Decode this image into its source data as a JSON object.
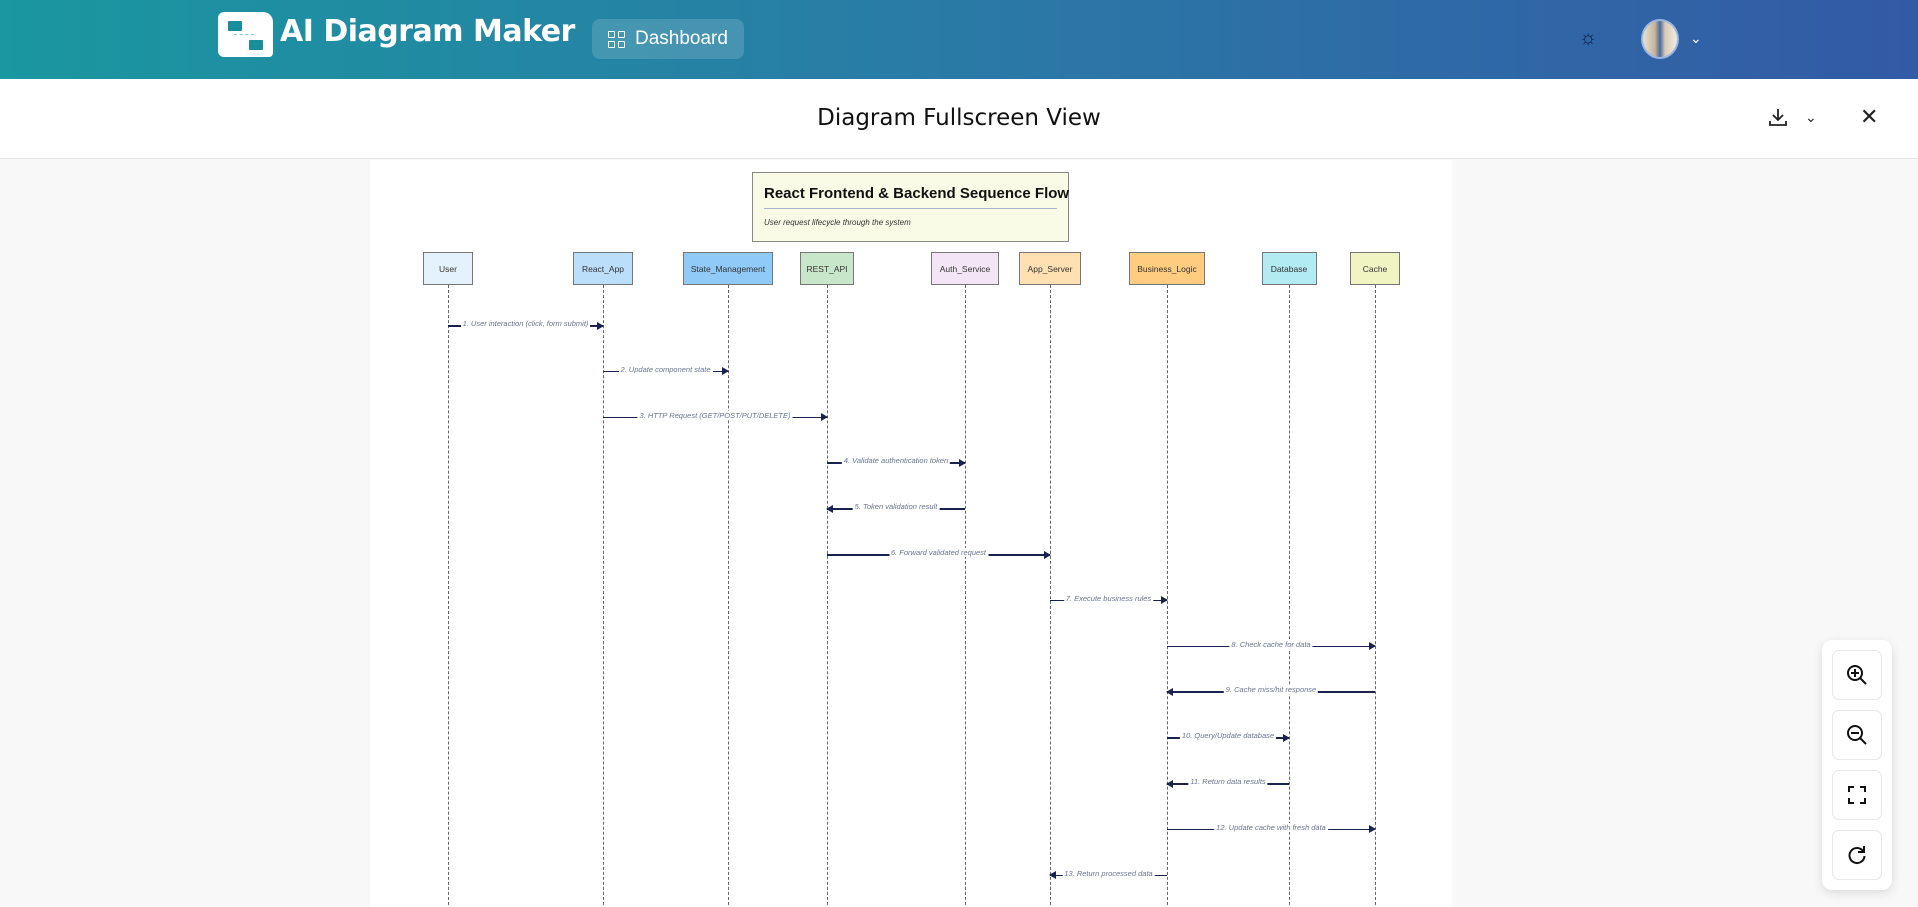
{
  "header": {
    "brand": "AI Diagram Maker",
    "dashboard_label": "Dashboard",
    "icons": [
      "logo-icon",
      "grid-icon",
      "sun-icon",
      "avatar",
      "chevron-down-icon"
    ]
  },
  "titlebar": {
    "title": "Diagram Fullscreen View",
    "icons": [
      "download-icon",
      "chevron-down-icon",
      "close-icon"
    ]
  },
  "diagram": {
    "title": "React Frontend & Backend Sequence Flow",
    "subtitle": "User request lifecycle through the system",
    "participants": [
      {
        "name": "User",
        "color": "#e3f2fd"
      },
      {
        "name": "React_App",
        "color": "#bbdefb"
      },
      {
        "name": "State_Management",
        "color": "#90caf9"
      },
      {
        "name": "REST_API",
        "color": "#c8e6c9"
      },
      {
        "name": "Auth_Service",
        "color": "#f3e5f5"
      },
      {
        "name": "App_Server",
        "color": "#ffe0b2"
      },
      {
        "name": "Business_Logic",
        "color": "#ffcc80"
      },
      {
        "name": "Database",
        "color": "#b2ebf2"
      },
      {
        "name": "Cache",
        "color": "#f0f4c3"
      }
    ],
    "messages": [
      {
        "from": 0,
        "to": 1,
        "label": "1. User interaction (click, form submit)"
      },
      {
        "from": 1,
        "to": 2,
        "label": "2. Update component state"
      },
      {
        "from": 1,
        "to": 3,
        "label": "3. HTTP Request (GET/POST/PUT/DELETE)"
      },
      {
        "from": 3,
        "to": 4,
        "label": "4. Validate authentication token"
      },
      {
        "from": 4,
        "to": 3,
        "label": "5. Token validation result"
      },
      {
        "from": 3,
        "to": 5,
        "label": "6. Forward validated request"
      },
      {
        "from": 5,
        "to": 6,
        "label": "7. Execute business rules"
      },
      {
        "from": 6,
        "to": 8,
        "label": "8. Check cache for data"
      },
      {
        "from": 8,
        "to": 6,
        "label": "9. Cache miss/hit response"
      },
      {
        "from": 6,
        "to": 7,
        "label": "10. Query/Update database"
      },
      {
        "from": 7,
        "to": 6,
        "label": "11. Return data results"
      },
      {
        "from": 6,
        "to": 8,
        "label": "12. Update cache with fresh data"
      },
      {
        "from": 6,
        "to": 5,
        "label": "13. Return processed data"
      }
    ]
  },
  "zoom_controls": [
    "zoom-in-icon",
    "zoom-out-icon",
    "fit-screen-icon",
    "reset-icon"
  ]
}
